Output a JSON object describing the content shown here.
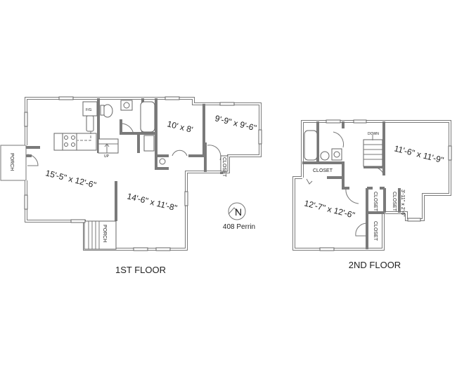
{
  "floors": [
    {
      "label": "1ST FLOOR",
      "rooms": [
        {
          "dimensions": "15'-5\" x 12'-6\""
        },
        {
          "dimensions": "14'-6\" x 11'-8\""
        },
        {
          "dimensions": "10' x 8'"
        },
        {
          "dimensions": "9'-9\" x 9'-6\""
        }
      ],
      "labels": {
        "porch_left": "PORCH",
        "porch_bottom": "PORCH",
        "closet": "CLOSET",
        "stairs": "UP",
        "fridge": "F/G"
      }
    },
    {
      "label": "2ND FLOOR",
      "rooms": [
        {
          "dimensions": "11'-6\" x 11'-9\""
        },
        {
          "dimensions": "12'-7\" x 12'-6\""
        },
        {
          "dimensions": "3'-11\" x 2'-6\""
        }
      ],
      "labels": {
        "closet_top": "CLOSET",
        "closet_mid_left": "CLOSET",
        "closet_mid_right": "CLOSET",
        "closet_bottom": "CLOSET",
        "stairs": "DOWN"
      }
    }
  ],
  "compass": {
    "icon": "north-arrow-icon",
    "letter": "N"
  },
  "address": "408 Perrin"
}
